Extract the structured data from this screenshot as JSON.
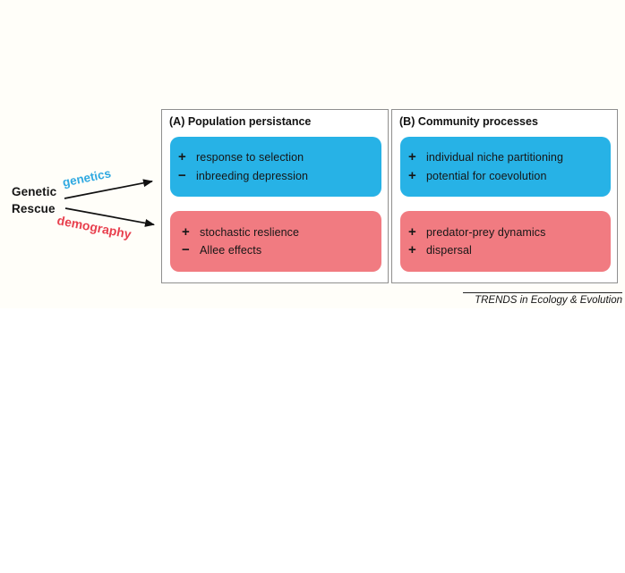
{
  "figure": {
    "source": {
      "line1": "Genetic",
      "line2": "Rescue"
    },
    "pathways": [
      {
        "label": "genetics",
        "color": "#2fa9e1",
        "target": "blue-boxes"
      },
      {
        "label": "demography",
        "color": "#e8404e",
        "target": "pink-boxes"
      }
    ],
    "panels": [
      {
        "id": "A",
        "title": "(A) Population persistance",
        "boxes": [
          {
            "color_key": "blue",
            "items": [
              {
                "sign": "+",
                "text": "response to selection"
              },
              {
                "sign": "−",
                "text": "inbreeding depression"
              }
            ]
          },
          {
            "color_key": "pink",
            "items": [
              {
                "sign": "+",
                "text": "stochastic reslience"
              },
              {
                "sign": "−",
                "text": "Allee effects"
              }
            ]
          }
        ]
      },
      {
        "id": "B",
        "title": "(B) Community processes",
        "boxes": [
          {
            "color_key": "blue",
            "items": [
              {
                "sign": "+",
                "text": "individual niche partitioning"
              },
              {
                "sign": "+",
                "text": "potential for coevolution"
              }
            ]
          },
          {
            "color_key": "pink",
            "items": [
              {
                "sign": "+",
                "text": "predator-prey dynamics"
              },
              {
                "sign": "+",
                "text": "dispersal"
              }
            ]
          }
        ]
      }
    ],
    "journal": "TRENDS in Ecology & Evolution",
    "colors": {
      "blue": "#27b2e6",
      "pink": "#f17b81",
      "genetics_label": "#2fa9e1",
      "demography_label": "#e8404e"
    }
  }
}
